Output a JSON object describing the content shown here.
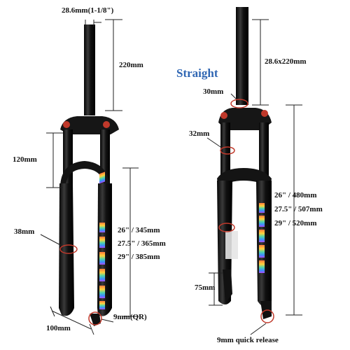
{
  "left_fork": {
    "steerer_diameter": "28.6mm(1-1/8\")",
    "steerer_length": "220mm",
    "travel": "120mm",
    "stanchion": "38mm",
    "size_26": "26\" / 345mm",
    "size_275": "27.5\" / 365mm",
    "size_29": "29\" / 385mm",
    "spacing": "100mm",
    "axle": "9mm(QR)"
  },
  "right_fork": {
    "tube_type": "Straight",
    "steerer": "28.6x220mm",
    "crown_diameter": "30mm",
    "upper_diameter": "32mm",
    "size_26": "26\" / 480mm",
    "size_275": "27.5\" / 507mm",
    "size_29": "29\" / 520mm",
    "dropout": "75mm",
    "axle": "9mm quick release"
  },
  "colors": {
    "fork_black": "#141414",
    "highlight_red": "#c0392b",
    "straight_blue": "#2f66b3",
    "dimension_line": "#222222"
  }
}
